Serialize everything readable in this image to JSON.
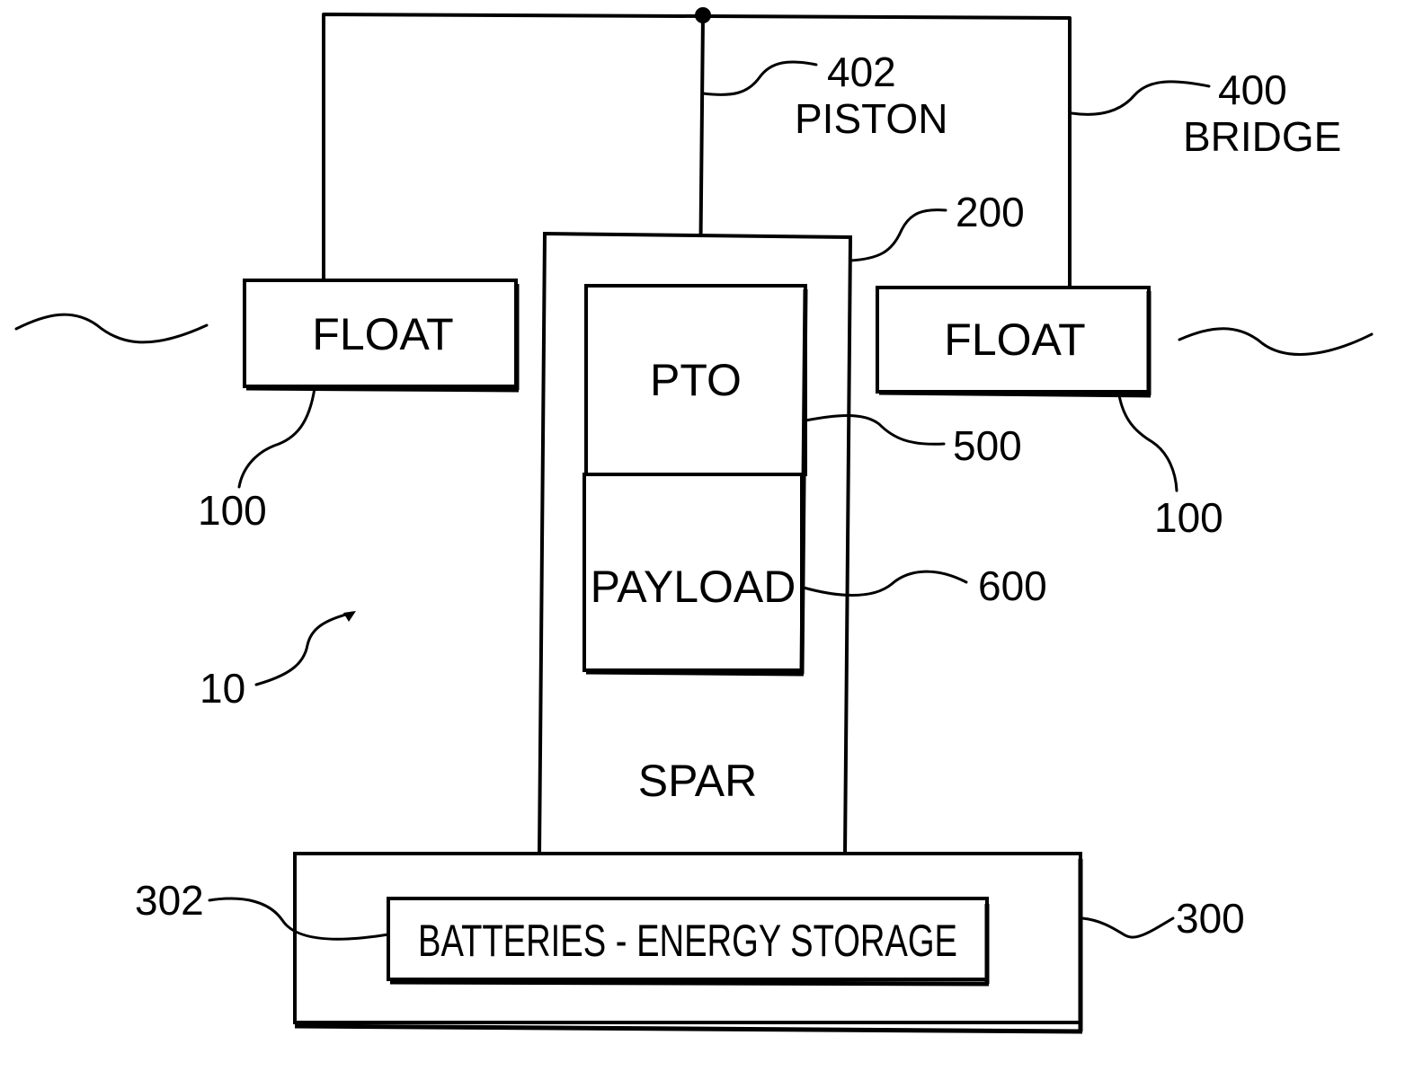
{
  "diagram": {
    "components": {
      "float_left": "FLOAT",
      "float_right": "FLOAT",
      "pto": "PTO",
      "payload": "PAYLOAD",
      "spar": "SPAR",
      "batteries": "BATTERIES - ENERGY STORAGE"
    },
    "references": {
      "piston_number": "402",
      "piston_name": "PISTON",
      "bridge_number": "400",
      "bridge_name": "BRIDGE",
      "spar_number": "200",
      "pto_number": "500",
      "payload_number": "600",
      "float_left_number": "100",
      "float_right_number": "100",
      "system_number": "10",
      "batteries_number": "302",
      "base_number": "300"
    },
    "colors": {
      "line": "#000000",
      "background": "#ffffff"
    }
  }
}
